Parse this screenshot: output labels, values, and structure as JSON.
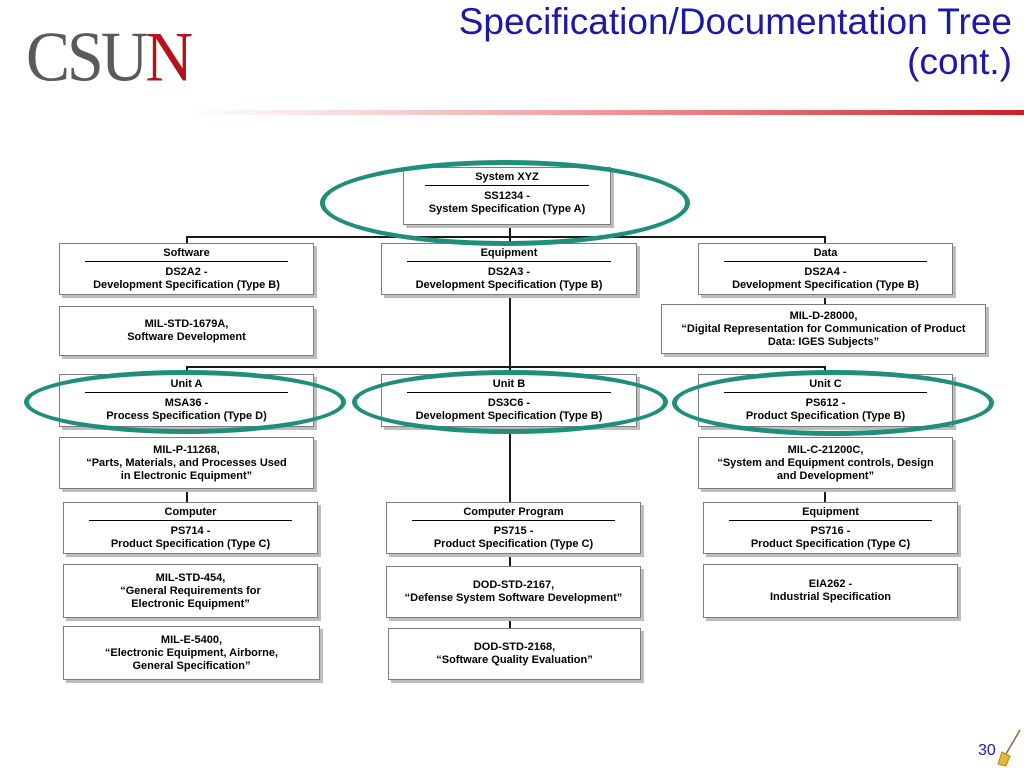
{
  "header": {
    "logo_part1": "CSU",
    "logo_part2": "N",
    "title_line1": "Specification/Documentation Tree",
    "title_line2": "(cont.)"
  },
  "tree": {
    "root": {
      "header": "System XYZ",
      "body": "SS1234 -\nSystem  Specification (Type A)"
    },
    "level1": [
      {
        "header": "Software",
        "body": "DS2A2 -\nDevelopment Specification (Type B)"
      },
      {
        "header": "Equipment",
        "body": "DS2A3 -\nDevelopment Specification (Type B)"
      },
      {
        "header": "Data",
        "body": "DS2A4 -\nDevelopment Specification (Type B)"
      }
    ],
    "level1_standards": [
      {
        "text": "MIL-STD-1679A,\nSoftware Development"
      },
      {
        "text": "MIL-D-28000,\n“Digital Representation for Communication of Product\nData: IGES Subjects”"
      }
    ],
    "units": [
      {
        "header": "Unit A",
        "body": "MSA36 -\nProcess Specification (Type D)"
      },
      {
        "header": "Unit B",
        "body": "DS3C6 -\nDevelopment Specification (Type B)"
      },
      {
        "header": "Unit C",
        "body": "PS612 -\nProduct Specification (Type B)"
      }
    ],
    "unit_standards": [
      {
        "text": "MIL-P-11268,\n“Parts, Materials, and Processes Used\nin Electronic Equipment”"
      },
      {
        "text": "MIL-C-21200C,\n“System and Equipment controls, Design\nand Development”"
      }
    ],
    "products": [
      {
        "header": "Computer",
        "body": "PS714 -\nProduct Specification (Type C)"
      },
      {
        "header": "Computer Program",
        "body": "PS715 -\nProduct Specification (Type C)"
      },
      {
        "header": "Equipment",
        "body": "PS716 -\nProduct Specification (Type C)"
      }
    ],
    "product_standards": [
      {
        "text": "MIL-STD-454,\n“General Requirements for\nElectronic Equipment”"
      },
      {
        "text": "DOD-STD-2167,\n“Defense System Software Development”"
      },
      {
        "text": "EIA262 -\nIndustrial Specification"
      },
      {
        "text": "MIL-E-5400,\n“Electronic Equipment, Airborne,\nGeneral Specification”"
      },
      {
        "text": "DOD-STD-2168,\n“Software Quality Evaluation”"
      }
    ]
  },
  "footer": {
    "page_number": "30"
  },
  "colors": {
    "title": "#1a1aa6",
    "logo_gray": "#5a5a5a",
    "logo_red": "#b5121b",
    "oval": "#1f8f7a",
    "rule": "#cc1f1f"
  }
}
